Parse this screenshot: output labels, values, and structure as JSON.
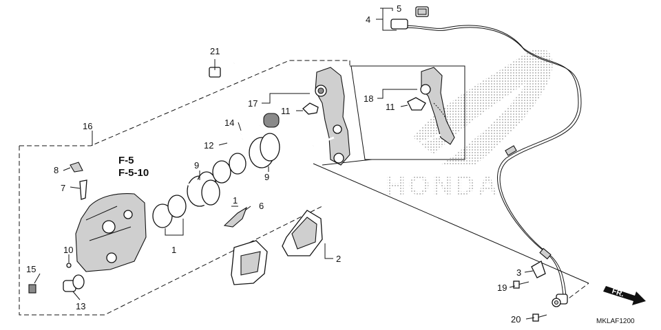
{
  "diagram_code": "MKLAF1200",
  "watermark": "HONDA",
  "direction_label": "FR.",
  "reference_labels": [
    "F-5",
    "F-5-10"
  ],
  "callouts": {
    "c1a": "1",
    "c1b": "1",
    "c2": "2",
    "c3": "3",
    "c4": "4",
    "c5": "5",
    "c6": "6",
    "c7": "7",
    "c8": "8",
    "c9a": "9",
    "c9b": "9",
    "c10": "10",
    "c11a": "11",
    "c11b": "11",
    "c12": "12",
    "c13": "13",
    "c14": "14",
    "c15": "15",
    "c16": "16",
    "c17": "17",
    "c18": "18",
    "c19": "19",
    "c20": "20",
    "c21": "21"
  }
}
